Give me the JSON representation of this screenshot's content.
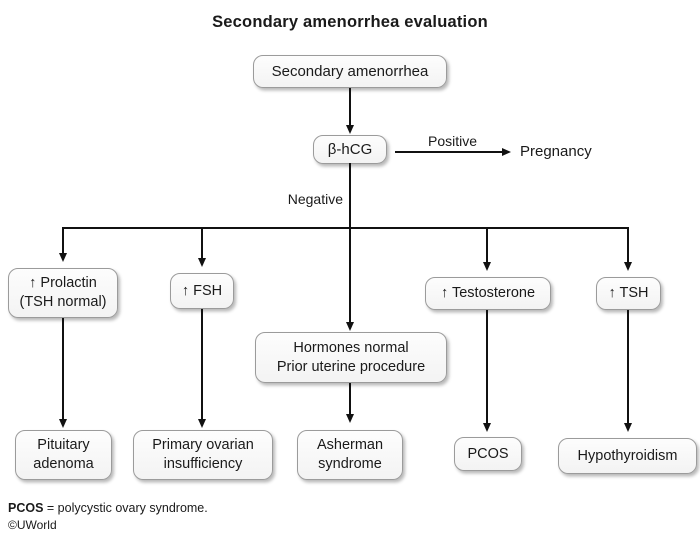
{
  "title": "Secondary amenorrhea evaluation",
  "colors": {
    "line": "#111111",
    "box_border": "#9b9b9b",
    "box_bg_top": "#fdfdfd",
    "box_bg_bottom": "#f3f3f3",
    "text": "#1a1a1a",
    "background": "#ffffff"
  },
  "nodes": {
    "root": {
      "label": "Secondary amenorrhea"
    },
    "bhcg": {
      "label": "β-hCG"
    },
    "pregnancy": {
      "label": "Pregnancy"
    },
    "prolactin": {
      "label": "↑ Prolactin\n(TSH normal)"
    },
    "fsh": {
      "label": "↑ FSH"
    },
    "hormones_normal": {
      "label": "Hormones normal\nPrior uterine procedure"
    },
    "testosterone": {
      "label": "↑ Testosterone"
    },
    "tsh": {
      "label": "↑ TSH"
    },
    "pituitary_adenoma": {
      "label": "Pituitary\nadenoma"
    },
    "primary_ovarian_insufficiency": {
      "label": "Primary ovarian\ninsufficiency"
    },
    "asherman_syndrome": {
      "label": "Asherman\nsyndrome"
    },
    "pcos": {
      "label": "PCOS"
    },
    "hypothyroidism": {
      "label": "Hypothyroidism"
    }
  },
  "edge_labels": {
    "positive": "Positive",
    "negative": "Negative"
  },
  "footer": {
    "bold": "PCOS",
    "rest": " = polycystic ovary syndrome.",
    "credit": "©UWorld"
  }
}
